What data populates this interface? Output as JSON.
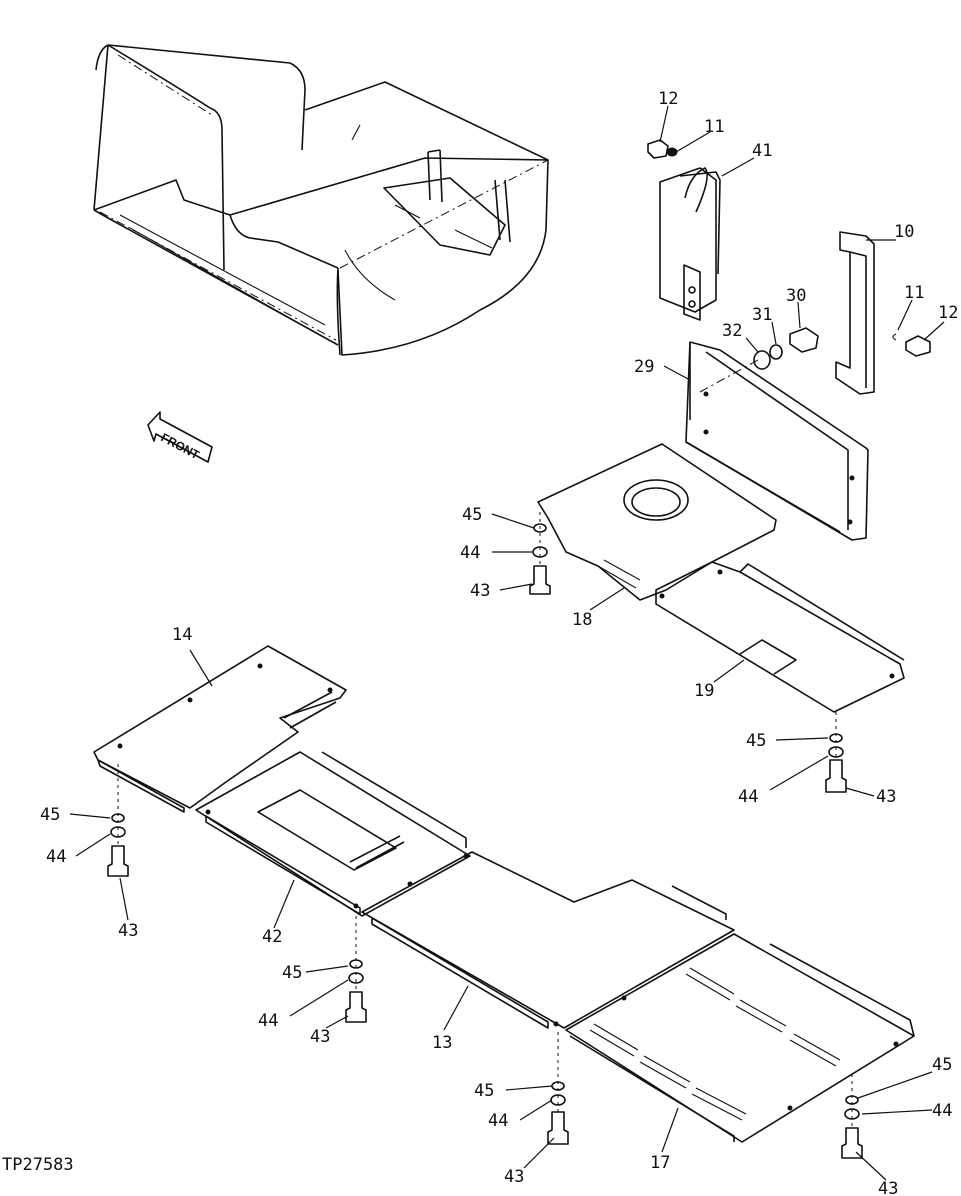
{
  "figure_code": "TP27583",
  "front_arrow_label": "FRONT",
  "callouts": [
    {
      "id": "c12a",
      "text": "12"
    },
    {
      "id": "c11a",
      "text": "11"
    },
    {
      "id": "c41",
      "text": "41"
    },
    {
      "id": "c10",
      "text": "10"
    },
    {
      "id": "c11b",
      "text": "11"
    },
    {
      "id": "c12b",
      "text": "12"
    },
    {
      "id": "c30",
      "text": "30"
    },
    {
      "id": "c31",
      "text": "31"
    },
    {
      "id": "c32",
      "text": "32"
    },
    {
      "id": "c29",
      "text": "29"
    },
    {
      "id": "c45a",
      "text": "45"
    },
    {
      "id": "c44a",
      "text": "44"
    },
    {
      "id": "c43a",
      "text": "43"
    },
    {
      "id": "c18",
      "text": "18"
    },
    {
      "id": "c19",
      "text": "19"
    },
    {
      "id": "c45b",
      "text": "45"
    },
    {
      "id": "c44b",
      "text": "44"
    },
    {
      "id": "c43b",
      "text": "43"
    },
    {
      "id": "c14",
      "text": "14"
    },
    {
      "id": "c45c",
      "text": "45"
    },
    {
      "id": "c44c",
      "text": "44"
    },
    {
      "id": "c43c",
      "text": "43"
    },
    {
      "id": "c42",
      "text": "42"
    },
    {
      "id": "c45d",
      "text": "45"
    },
    {
      "id": "c44d",
      "text": "44"
    },
    {
      "id": "c43d",
      "text": "43"
    },
    {
      "id": "c13",
      "text": "13"
    },
    {
      "id": "c45e",
      "text": "45"
    },
    {
      "id": "c44e",
      "text": "44"
    },
    {
      "id": "c43e",
      "text": "43"
    },
    {
      "id": "c17",
      "text": "17"
    },
    {
      "id": "c45f",
      "text": "45"
    },
    {
      "id": "c44f",
      "text": "44"
    },
    {
      "id": "c43f",
      "text": "43"
    }
  ]
}
